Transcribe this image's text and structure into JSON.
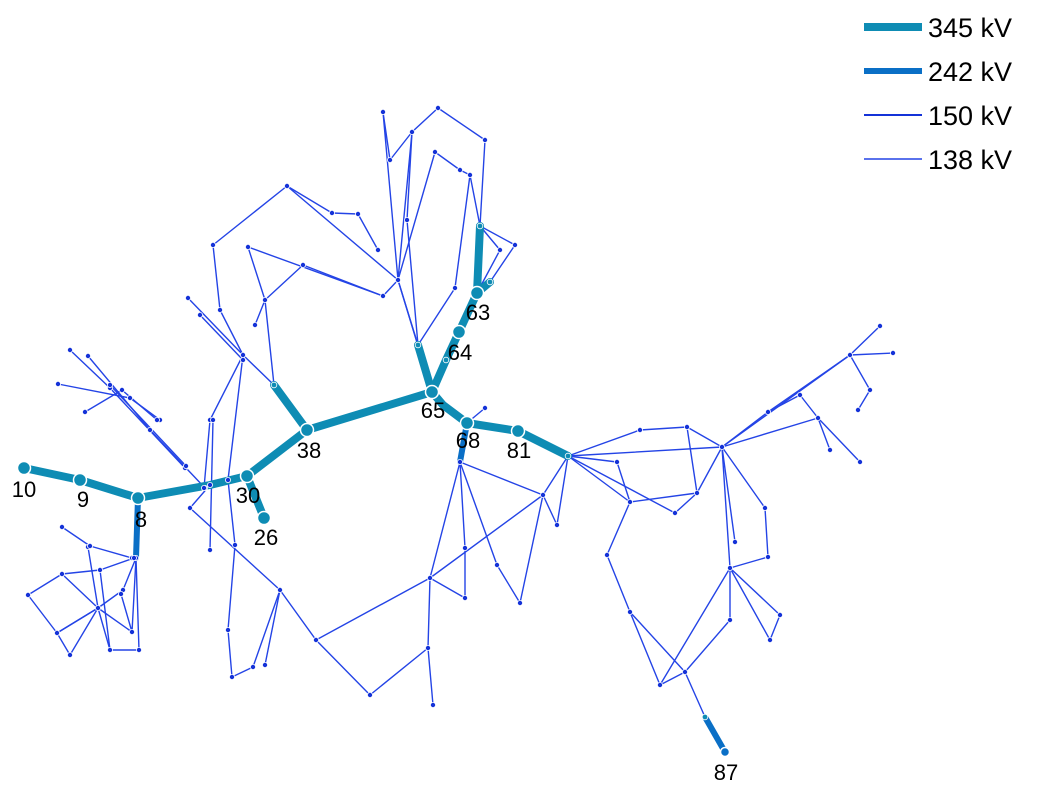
{
  "colors": {
    "kv345": "#0e8cb4",
    "kv242": "#0a6fc6",
    "kv150": "#1432d8",
    "kv138": "#2444e6",
    "background": "#ffffff",
    "label": "#000000"
  },
  "legend": [
    {
      "label": "345 kV",
      "level": "kv345"
    },
    {
      "label": "242 kV",
      "level": "kv242"
    },
    {
      "label": "150 kV",
      "level": "kv150"
    },
    {
      "label": "138 kV",
      "level": "kv138"
    }
  ],
  "labeled_buses": [
    {
      "id": "10",
      "label": "10",
      "level": "kv345"
    },
    {
      "id": "9",
      "label": "9",
      "level": "kv345"
    },
    {
      "id": "8",
      "label": "8",
      "level": "kv345"
    },
    {
      "id": "30",
      "label": "30",
      "level": "kv345"
    },
    {
      "id": "26",
      "label": "26",
      "level": "kv345"
    },
    {
      "id": "38",
      "label": "38",
      "level": "kv345"
    },
    {
      "id": "65",
      "label": "65",
      "level": "kv345"
    },
    {
      "id": "64",
      "label": "64",
      "level": "kv345"
    },
    {
      "id": "63",
      "label": "63",
      "level": "kv345"
    },
    {
      "id": "68",
      "label": "68",
      "level": "kv345"
    },
    {
      "id": "81",
      "label": "81",
      "level": "kv345"
    },
    {
      "id": "87",
      "label": "87",
      "level": "kv242"
    }
  ],
  "line_connections": [
    [
      "10",
      "9",
      "kv345"
    ],
    [
      "9",
      "8",
      "kv345"
    ],
    [
      "8",
      "30",
      "kv345"
    ],
    [
      "30",
      "38",
      "kv345"
    ],
    [
      "30",
      "26",
      "kv345"
    ],
    [
      "38",
      "65",
      "kv345"
    ],
    [
      "65",
      "64",
      "kv345"
    ],
    [
      "64",
      "63",
      "kv345"
    ],
    [
      "65",
      "68",
      "kv345"
    ],
    [
      "68",
      "81",
      "kv345"
    ]
  ]
}
